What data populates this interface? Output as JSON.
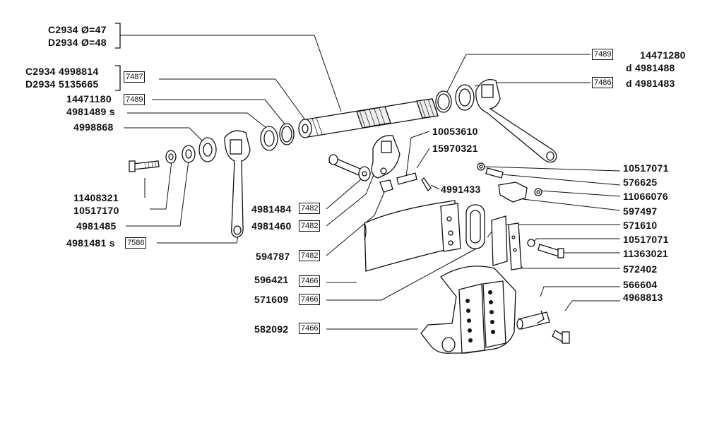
{
  "colors": {
    "ink": "#111111",
    "paper": "#ffffff"
  },
  "labels": {
    "header_phi_c": "C2934 Ø=47",
    "header_phi_d": "D2934 Ø=48",
    "c2934_row": "C2934 4998814",
    "d2934_row": "D2934 5135665",
    "p14471180": "14471180",
    "p4981489s": "4981489 s",
    "p4998868": "4998868",
    "p11408321": "11408321",
    "p10517170": "10517170",
    "p4981485": "4981485",
    "p4981481s": "4981481 s",
    "p4981484": "4981484",
    "p4981460": "4981460",
    "p594787": "594787",
    "p596421": "596421",
    "p571609": "571609",
    "p582092": "582092",
    "p10053610": "10053610",
    "p15970321": "15970321",
    "p4991433": "4991433",
    "p14471280": "14471280",
    "pd4981488": "d 4981488",
    "pd4981483": "d 4981483",
    "p10517071a": "10517071",
    "p576625": "576625",
    "p11066076": "11066076",
    "p597497": "597497",
    "p571610": "571610",
    "p10517071b": "10517071",
    "p11363021": "11363021",
    "p572402": "572402",
    "p566604": "566604",
    "p4968813": "4968813"
  },
  "refs": {
    "r7487": "7487",
    "r7489_left": "7489",
    "r7586": "7586",
    "r7482_a": "7482",
    "r7482_b": "7482",
    "r7482_c": "7482",
    "r7466_a": "7466",
    "r7466_b": "7466",
    "r7466_c": "7466",
    "r7489_right": "7489",
    "r7486": "7486"
  }
}
